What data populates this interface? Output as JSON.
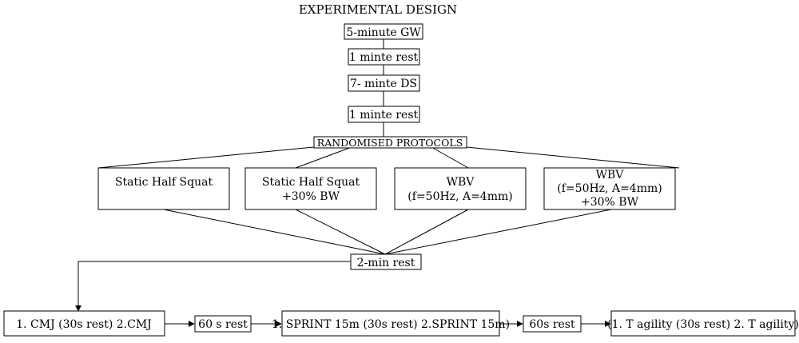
{
  "title": "EXPERIMENTAL DESIGN",
  "warmup": {
    "gw": "5-minute GW",
    "rest1": "1 minte rest",
    "ds": "7- minte DS",
    "rest2": "1 minte rest"
  },
  "randomised": "RANDOMISED  PROTOCOLS",
  "protocols": [
    {
      "line1": "Static Half Squat",
      "line2": "",
      "line3": ""
    },
    {
      "line1": "Static Half Squat",
      "line2": "+30% BW",
      "line3": ""
    },
    {
      "line1": "WBV",
      "line2": "(f=50Hz, A=4mm)",
      "line3": ""
    },
    {
      "line1": "WBV",
      "line2": "(f=50Hz, A=4mm)",
      "line3": "+30% BW"
    }
  ],
  "rest_2min": "2-min rest",
  "tests": {
    "cmj": "1. CMJ (30s rest) 2.CMJ",
    "rest60a": "60 s rest",
    "sprint": "1. SPRINT 15m  (30s rest) 2.SPRINT 15m)",
    "rest60b": "60s rest",
    "agility": "(1. T agility (30s rest) 2. T agility)"
  }
}
